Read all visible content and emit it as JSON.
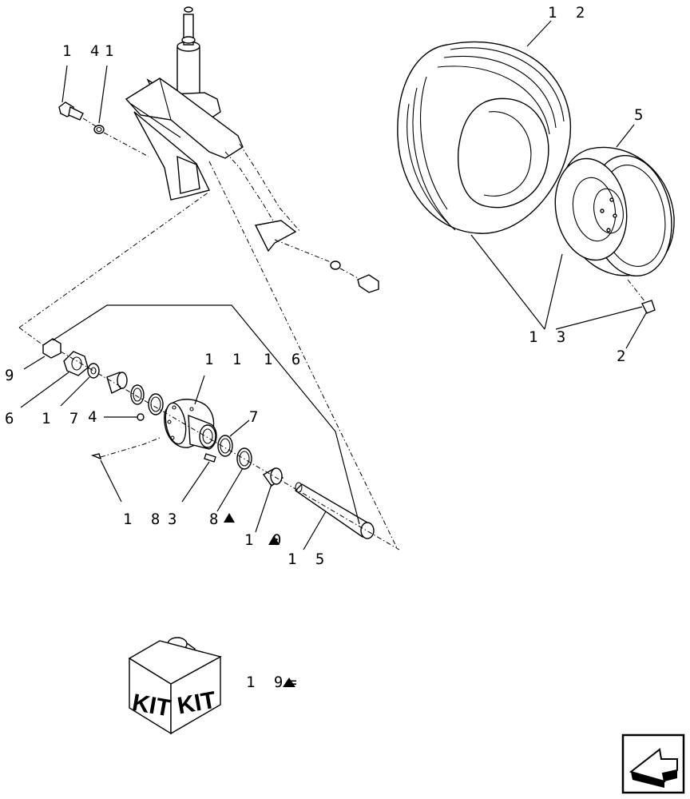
{
  "callouts": {
    "c14": "1 4",
    "c1": "1",
    "c12": "1 2",
    "c5": "5",
    "c13": "1 3",
    "c2": "2",
    "c9": "9",
    "c6": "6",
    "c17": "1 7",
    "c4": "4",
    "c11": "1 1",
    "c16": "1 6",
    "c7": "7",
    "c18": "1 8",
    "c3": "3",
    "c8": "8",
    "c10": "1 0",
    "c15": "1 5",
    "c19": "1 9="
  },
  "kit": {
    "label_left": "KIT",
    "label_right": "KIT"
  },
  "icons": {
    "triangle": "black-triangle-icon",
    "nav": "previous-page-arrow-icon"
  }
}
